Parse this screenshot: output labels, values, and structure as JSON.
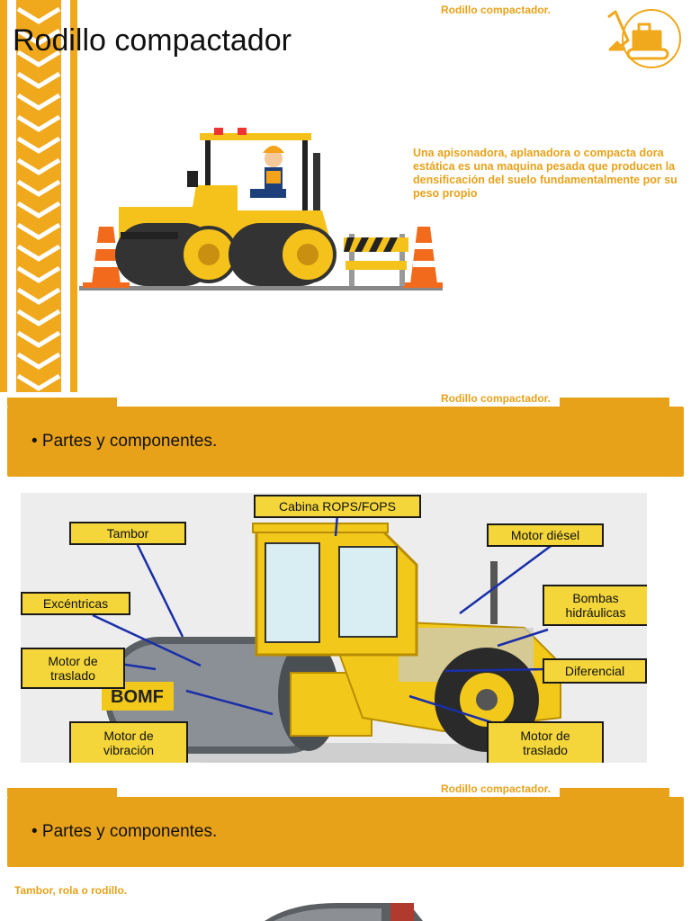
{
  "slide1": {
    "header_note": "Rodillo compactador.",
    "title": "Rodillo compactador",
    "description": "Una apisonadora, aplanadora o compacta dora estática es una maquina pesada que producen la densificación del suelo fundamentalmente por su peso propio",
    "logo_icon": "excavator-icon",
    "illustration": "road-roller-illustration"
  },
  "slide2": {
    "header_note": "Rodillo compactador.",
    "band_text": "• Partes y componentes.",
    "diagram_labels": {
      "cabina": "Cabina ROPS/FOPS",
      "tambor": "Tambor",
      "motor_diesel": "Motor diésel",
      "excentricas": "Excéntricas",
      "bombas_l1": "Bombas",
      "bombas_l2": "hidráulicas",
      "motor_traslado_l1": "Motor de",
      "motor_traslado_l2": "traslado",
      "diferencial": "Diferencial",
      "motor_vibracion_l1": "Motor de",
      "motor_vibracion_l2": "vibración",
      "motor_traslado2_l1": "Motor de",
      "motor_traslado2_l2": "traslado"
    },
    "accent_color": "#e8a21a"
  },
  "slide3": {
    "header_note": "Rodillo compactador.",
    "band_text": "• Partes y componentes.",
    "subtitle": "Tambor, rola o rodillo."
  }
}
